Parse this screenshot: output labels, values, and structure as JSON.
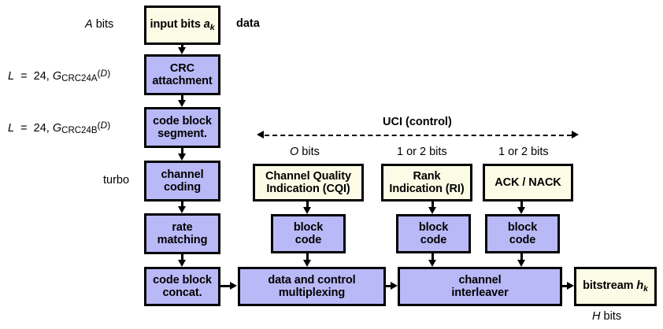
{
  "diagram": {
    "title": "LTE uplink transport channel and control information processing chain",
    "colors": {
      "data_box_fill": "#fcfce6",
      "processing_box_fill": "#b9b9f7",
      "outline": "#000000",
      "background": "#ffffff"
    },
    "left_annotations": [
      {
        "id": "a-bits",
        "text_html": "<span class=\"it\">A</span> bits"
      },
      {
        "id": "crc24a",
        "text_html": "<span class=\"it\">L</span> &nbsp;= &nbsp;24, <span class=\"it\">G</span><span class=\"subsm\">CRC24A</span><span class=\"supd\">(<span class=\"it\">D</span>)</span>"
      },
      {
        "id": "crc24b",
        "text_html": "<span class=\"it\">L</span> &nbsp;= &nbsp;24, <span class=\"it\">G</span><span class=\"subsm\">CRC24B</span><span class=\"supd\">(<span class=\"it\">D</span>)</span>"
      },
      {
        "id": "turbo",
        "text_html": "turbo"
      }
    ],
    "right_annotations": [
      {
        "id": "data-label",
        "text_html": "data"
      },
      {
        "id": "h-bits",
        "text_html": "<span class=\"it\">H</span> bits"
      }
    ],
    "uci": {
      "span_label": "UCI (control)",
      "bit_labels": [
        {
          "id": "o-bits",
          "text_html": "<span class=\"it\">O</span> bits"
        },
        {
          "id": "ri-bits",
          "text_html": "1 or 2 bits"
        },
        {
          "id": "ack-bits",
          "text_html": "1 or 2 bits"
        }
      ]
    },
    "data_chain": {
      "input": {
        "line1_html": "input bits <span class=\"it\">a</span><span class=\"sub\">k</span>"
      },
      "blocks": [
        {
          "id": "crc-attachment",
          "line1": "CRC",
          "line2": "attachment"
        },
        {
          "id": "code-block-segment",
          "line1": "code block",
          "line2": "segment."
        },
        {
          "id": "channel-coding",
          "line1": "channel",
          "line2": "coding"
        },
        {
          "id": "rate-matching",
          "line1": "rate",
          "line2": "matching"
        },
        {
          "id": "code-block-concat",
          "line1": "code block",
          "line2": "concat."
        }
      ]
    },
    "control_chain": {
      "sources": [
        {
          "id": "cqi",
          "line1": "Channel Quality",
          "line2": "Indication (CQI)"
        },
        {
          "id": "ri",
          "line1": "Rank",
          "line2": "Indication (RI)"
        },
        {
          "id": "ack-nack",
          "line1": "ACK / NACK",
          "line2": ""
        }
      ],
      "coders": [
        {
          "id": "block-code-cqi",
          "line1": "block",
          "line2": "code"
        },
        {
          "id": "block-code-ri",
          "line1": "block",
          "line2": "code"
        },
        {
          "id": "block-code-ack",
          "line1": "block",
          "line2": "code"
        }
      ]
    },
    "bottom_chain": {
      "multiplexing": {
        "id": "data-and-control-multiplexing",
        "line1": "data and control",
        "line2": "multiplexing"
      },
      "interleaver": {
        "id": "channel-interleaver",
        "line1": "channel",
        "line2": "interleaver"
      },
      "output": {
        "id": "bitstream",
        "line1_html": "bitstream <span class=\"it\">h</span><span class=\"sub\">k</span>"
      }
    }
  }
}
